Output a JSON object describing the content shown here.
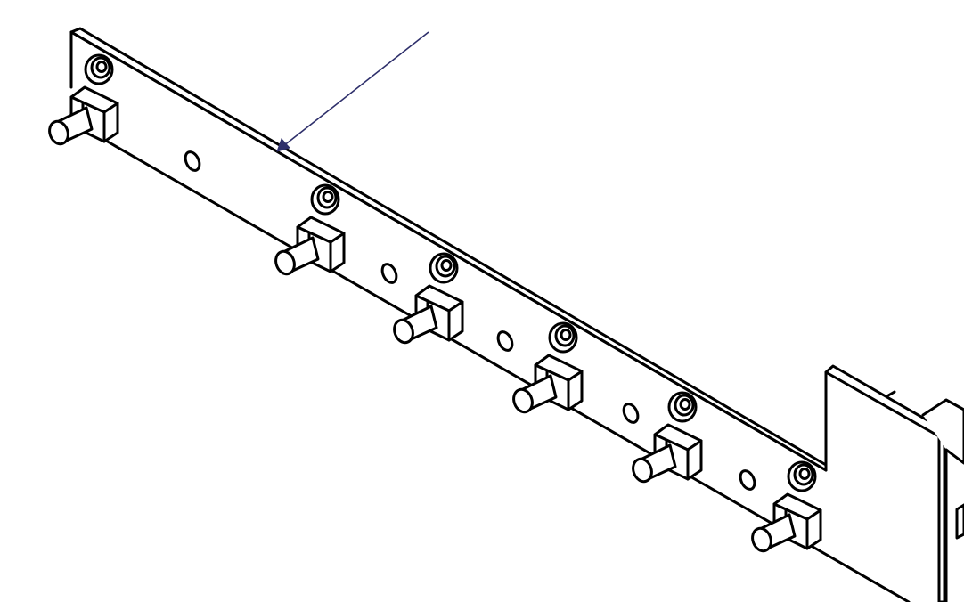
{
  "drawing": {
    "style": "isometric line drawing",
    "colors": {
      "line": "#000000",
      "background": "#ffffff",
      "leader": "#2e2f6b"
    },
    "components": {
      "bracket": {
        "kind": "long flat mounting bar"
      },
      "leader": {
        "kind": "callout arrow",
        "text": ""
      },
      "end_plate": {
        "kind": "vertical end plate"
      }
    },
    "standoffs": [
      {
        "index": 1,
        "kind": "block with round pin and nut"
      },
      {
        "index": 2,
        "kind": "block with round pin and nut"
      },
      {
        "index": 3,
        "kind": "block with round pin and nut"
      },
      {
        "index": 4,
        "kind": "block with round pin and nut"
      },
      {
        "index": 5,
        "kind": "block with round pin and nut"
      },
      {
        "index": 6,
        "kind": "block with round pin and nut"
      }
    ],
    "mounting_holes": [
      {
        "index": 1,
        "kind": "slot hole"
      },
      {
        "index": 2,
        "kind": "slot hole"
      },
      {
        "index": 3,
        "kind": "slot hole"
      },
      {
        "index": 4,
        "kind": "slot hole"
      },
      {
        "index": 5,
        "kind": "slot hole"
      }
    ]
  }
}
